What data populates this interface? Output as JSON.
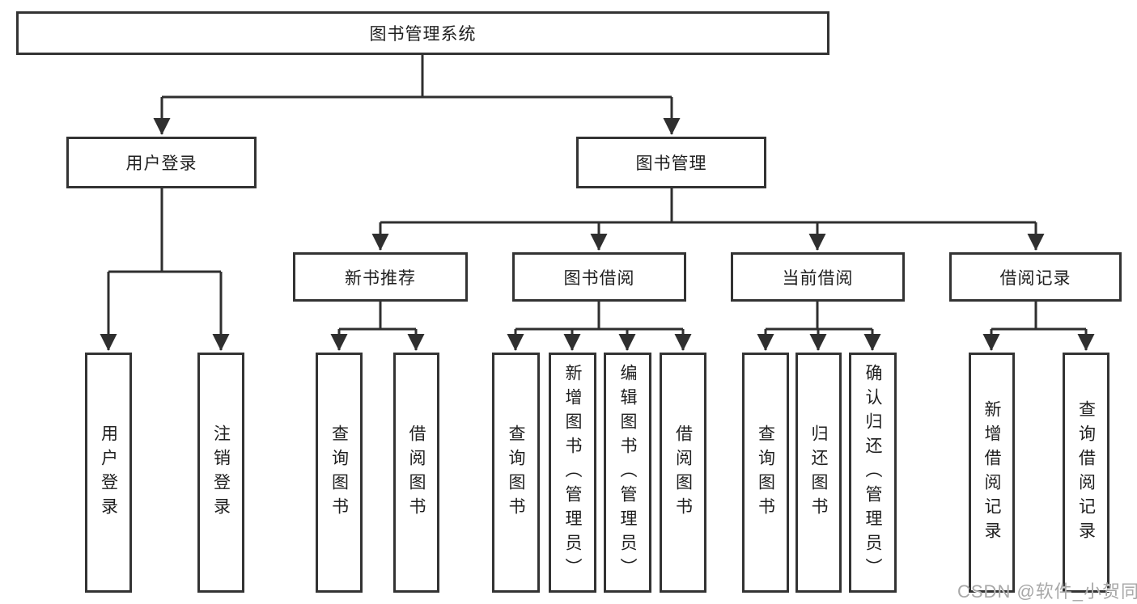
{
  "tree": {
    "label": "图书管理系统",
    "children": [
      {
        "label": "用户登录",
        "children": [
          {
            "label": "用户登录"
          },
          {
            "label": "注销登录"
          }
        ]
      },
      {
        "label": "图书管理",
        "children": [
          {
            "label": "新书推荐",
            "children": [
              {
                "label": "查询图书"
              },
              {
                "label": "借阅图书"
              }
            ]
          },
          {
            "label": "图书借阅",
            "children": [
              {
                "label": "查询图书"
              },
              {
                "label": "新增图书（管理员）"
              },
              {
                "label": "编辑图书（管理员）"
              },
              {
                "label": "借阅图书"
              }
            ]
          },
          {
            "label": "当前借阅",
            "children": [
              {
                "label": "查询图书"
              },
              {
                "label": "归还图书"
              },
              {
                "label": "确认归还（管理员）"
              }
            ]
          },
          {
            "label": "借阅记录",
            "children": [
              {
                "label": "新增借阅记录"
              },
              {
                "label": "查询借阅记录"
              }
            ]
          }
        ]
      }
    ]
  },
  "watermark": {
    "text": "CSDN @软件_小贺同学",
    "color": "#a8a8a8"
  },
  "colors": {
    "line": "#2f2f2f",
    "box_border": "#333333",
    "text": "#1f1f1f",
    "background": "#ffffff"
  }
}
